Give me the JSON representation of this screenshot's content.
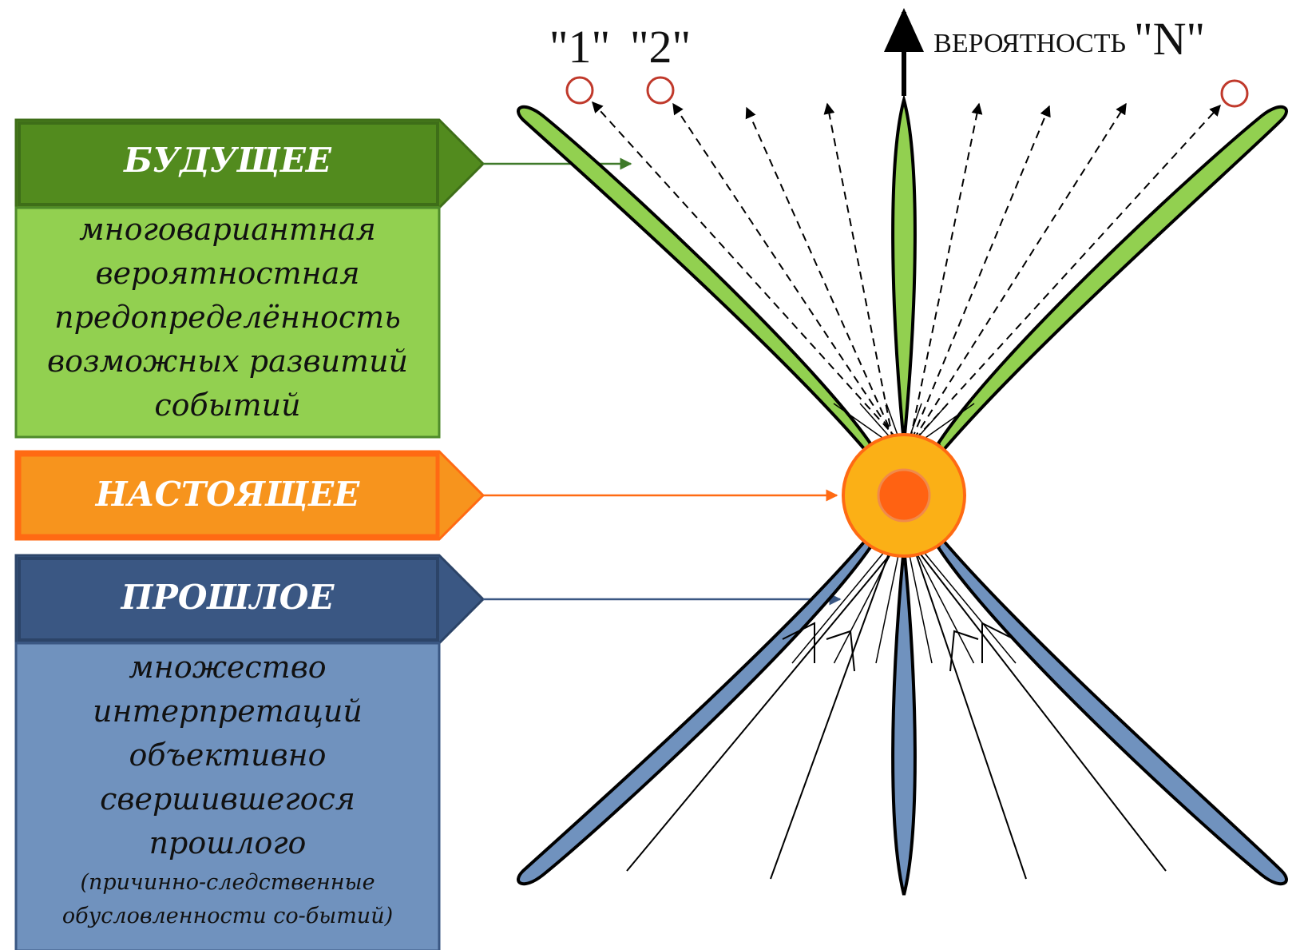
{
  "future": {
    "title": "БУДУЩЕЕ",
    "lines": [
      "многовариантная",
      "вероятностная",
      "предопределённость",
      "возможных развитий",
      "событий"
    ],
    "header_color": "#528b1e",
    "body_color": "#92d050"
  },
  "present": {
    "title": "НАСТОЯЩЕЕ",
    "header_color": "#f7941d",
    "border_color": "#ff6a13",
    "core_color": "#ff6212",
    "ring_color": "#fbb016"
  },
  "past": {
    "title": "ПРОШЛОЕ",
    "lines": [
      "множество",
      "интерпретаций",
      "объективно",
      "свершившегося",
      "прошлого"
    ],
    "note_lines": [
      "(причинно-следственные",
      "обусловленности со-бытий)"
    ],
    "header_color": "#3a5783",
    "body_color": "#7092be"
  },
  "labels": {
    "p1": "\"1\"",
    "p2": "\"2\"",
    "probability_word": "ВЕРОЯТНОСТЬ",
    "pn": "\"N\""
  },
  "icons": [
    "vertical-axis-arrow-icon",
    "probability-circle-icon",
    "dashed-arrow-icon"
  ]
}
